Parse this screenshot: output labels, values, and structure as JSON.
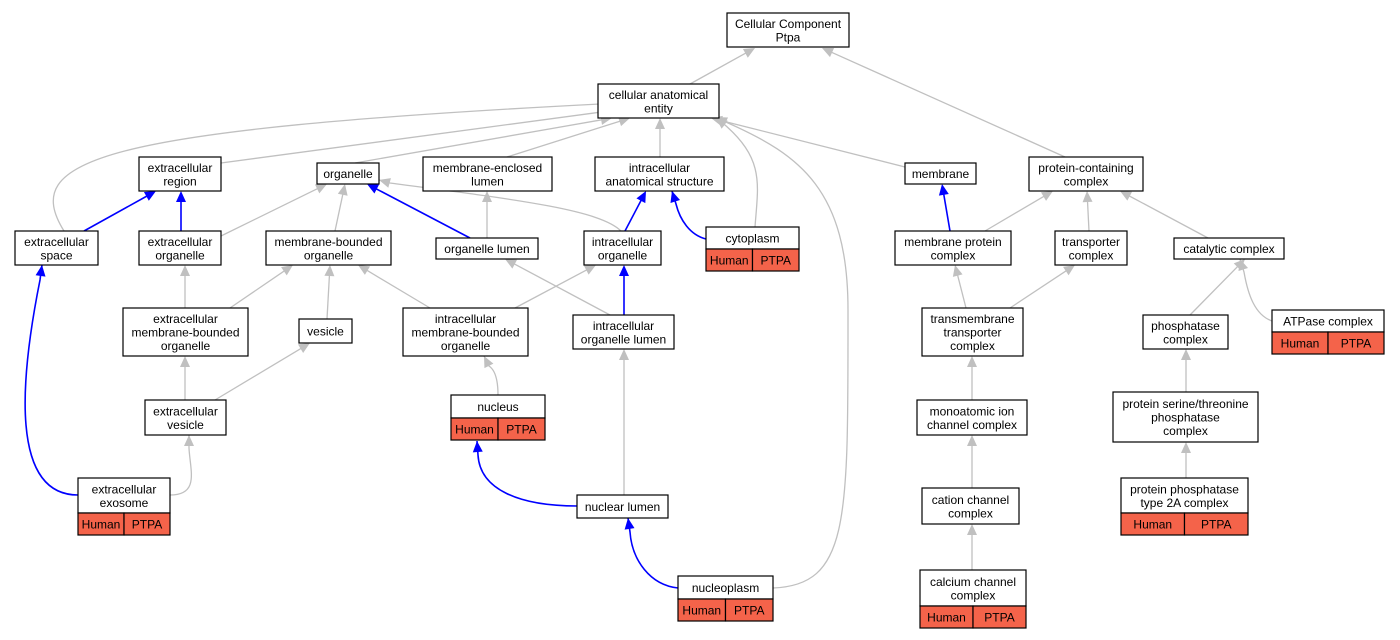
{
  "diagram": {
    "nodes": {
      "root": {
        "lines": [
          "Cellular Component",
          "Ptpa"
        ]
      },
      "cae": {
        "lines": [
          "cellular anatomical",
          "entity"
        ]
      },
      "er": {
        "lines": [
          "extracellular",
          "region"
        ]
      },
      "org": {
        "lines": [
          "organelle"
        ]
      },
      "mel": {
        "lines": [
          "membrane-enclosed",
          "lumen"
        ]
      },
      "ias": {
        "lines": [
          "intracellular",
          "anatomical structure"
        ]
      },
      "mem": {
        "lines": [
          "membrane"
        ]
      },
      "pcc": {
        "lines": [
          "protein-containing",
          "complex"
        ]
      },
      "es": {
        "lines": [
          "extracellular",
          "space"
        ]
      },
      "eo": {
        "lines": [
          "extracellular",
          "organelle"
        ]
      },
      "mbo": {
        "lines": [
          "membrane-bounded",
          "organelle"
        ]
      },
      "ol": {
        "lines": [
          "organelle lumen"
        ]
      },
      "io": {
        "lines": [
          "intracellular",
          "organelle"
        ]
      },
      "cyto": {
        "lines": [
          "cytoplasm"
        ],
        "annot": [
          "Human",
          "PTPA"
        ]
      },
      "mpc": {
        "lines": [
          "membrane protein",
          "complex"
        ]
      },
      "tc": {
        "lines": [
          "transporter",
          "complex"
        ]
      },
      "cc": {
        "lines": [
          "catalytic complex"
        ]
      },
      "embo": {
        "lines": [
          "extracellular",
          "membrane-bounded",
          "organelle"
        ]
      },
      "ves": {
        "lines": [
          "vesicle"
        ]
      },
      "imbo": {
        "lines": [
          "intracellular",
          "membrane-bounded",
          "organelle"
        ]
      },
      "iol": {
        "lines": [
          "intracellular",
          "organelle lumen"
        ]
      },
      "ttc": {
        "lines": [
          "transmembrane",
          "transporter",
          "complex"
        ]
      },
      "phc": {
        "lines": [
          "phosphatase",
          "complex"
        ]
      },
      "atp": {
        "lines": [
          "ATPase complex"
        ],
        "annot": [
          "Human",
          "PTPA"
        ]
      },
      "ev": {
        "lines": [
          "extracellular",
          "vesicle"
        ]
      },
      "nuc": {
        "lines": [
          "nucleus"
        ],
        "annot": [
          "Human",
          "PTPA"
        ]
      },
      "mic": {
        "lines": [
          "monoatomic ion",
          "channel complex"
        ]
      },
      "pst": {
        "lines": [
          "protein serine/threonine",
          "phosphatase",
          "complex"
        ]
      },
      "ee": {
        "lines": [
          "extracellular",
          "exosome"
        ],
        "annot": [
          "Human",
          "PTPA"
        ]
      },
      "nl": {
        "lines": [
          "nuclear lumen"
        ]
      },
      "ccc": {
        "lines": [
          "cation channel",
          "complex"
        ]
      },
      "pp2a": {
        "lines": [
          "protein phosphatase",
          "type 2A complex"
        ],
        "annot": [
          "Human",
          "PTPA"
        ]
      },
      "np": {
        "lines": [
          "nucleoplasm"
        ],
        "annot": [
          "Human",
          "PTPA"
        ]
      },
      "cac": {
        "lines": [
          "calcium channel",
          "complex"
        ],
        "annot": [
          "Human",
          "PTPA"
        ]
      }
    },
    "edges": [
      {
        "from": "cae",
        "to": "root",
        "color": "gray"
      },
      {
        "from": "pcc",
        "to": "root",
        "color": "gray"
      },
      {
        "from": "er",
        "to": "cae",
        "color": "gray"
      },
      {
        "from": "org",
        "to": "cae",
        "color": "gray"
      },
      {
        "from": "mel",
        "to": "cae",
        "color": "gray"
      },
      {
        "from": "ias",
        "to": "cae",
        "color": "gray"
      },
      {
        "from": "mem",
        "to": "cae",
        "color": "gray"
      },
      {
        "from": "es",
        "to": "cae",
        "color": "gray"
      },
      {
        "from": "cyto",
        "to": "cae",
        "color": "gray"
      },
      {
        "from": "np",
        "to": "cae",
        "color": "gray"
      },
      {
        "from": "es",
        "to": "er",
        "color": "blue"
      },
      {
        "from": "eo",
        "to": "er",
        "color": "blue"
      },
      {
        "from": "eo",
        "to": "org",
        "color": "gray"
      },
      {
        "from": "mbo",
        "to": "org",
        "color": "gray"
      },
      {
        "from": "ol",
        "to": "org",
        "color": "blue"
      },
      {
        "from": "io",
        "to": "org",
        "color": "gray"
      },
      {
        "from": "ol",
        "to": "mel",
        "color": "gray"
      },
      {
        "from": "io",
        "to": "ias",
        "color": "blue"
      },
      {
        "from": "cyto",
        "to": "ias",
        "color": "blue"
      },
      {
        "from": "mpc",
        "to": "mem",
        "color": "blue"
      },
      {
        "from": "mpc",
        "to": "pcc",
        "color": "gray"
      },
      {
        "from": "tc",
        "to": "pcc",
        "color": "gray"
      },
      {
        "from": "cc",
        "to": "pcc",
        "color": "gray"
      },
      {
        "from": "embo",
        "to": "eo",
        "color": "gray"
      },
      {
        "from": "embo",
        "to": "mbo",
        "color": "gray"
      },
      {
        "from": "ves",
        "to": "mbo",
        "color": "gray"
      },
      {
        "from": "imbo",
        "to": "mbo",
        "color": "gray"
      },
      {
        "from": "imbo",
        "to": "io",
        "color": "gray"
      },
      {
        "from": "iol",
        "to": "ol",
        "color": "gray"
      },
      {
        "from": "iol",
        "to": "io",
        "color": "blue"
      },
      {
        "from": "ttc",
        "to": "mpc",
        "color": "gray"
      },
      {
        "from": "ttc",
        "to": "tc",
        "color": "gray"
      },
      {
        "from": "phc",
        "to": "cc",
        "color": "gray"
      },
      {
        "from": "atp",
        "to": "cc",
        "color": "gray"
      },
      {
        "from": "ev",
        "to": "embo",
        "color": "gray"
      },
      {
        "from": "ev",
        "to": "ves",
        "color": "gray"
      },
      {
        "from": "nuc",
        "to": "imbo",
        "color": "gray"
      },
      {
        "from": "nl",
        "to": "iol",
        "color": "gray"
      },
      {
        "from": "mic",
        "to": "ttc",
        "color": "gray"
      },
      {
        "from": "pst",
        "to": "phc",
        "color": "gray"
      },
      {
        "from": "ee",
        "to": "es",
        "color": "blue"
      },
      {
        "from": "ee",
        "to": "ev",
        "color": "gray"
      },
      {
        "from": "nl",
        "to": "nuc",
        "color": "blue"
      },
      {
        "from": "ccc",
        "to": "mic",
        "color": "gray"
      },
      {
        "from": "pp2a",
        "to": "pst",
        "color": "gray"
      },
      {
        "from": "np",
        "to": "nl",
        "color": "blue"
      },
      {
        "from": "cac",
        "to": "ccc",
        "color": "gray"
      }
    ],
    "colors": {
      "node_fill": "#ffffff",
      "node_stroke": "#000000",
      "species_fill": "#f4634a",
      "gray_edge": "#c0c0c0",
      "blue_edge": "#0000ff"
    }
  }
}
